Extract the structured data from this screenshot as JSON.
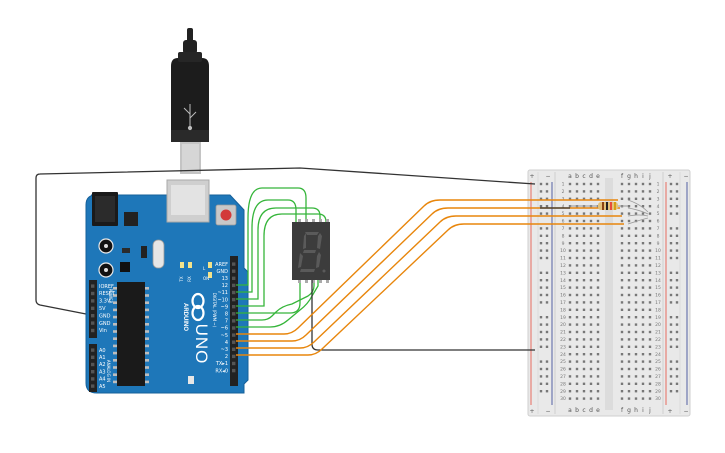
{
  "arduino": {
    "model": "UNO",
    "brand": "ARDUINO",
    "reset_label": "RESET",
    "on_label": "ON",
    "digital_label": "DIGITAL (PWM ~)",
    "power_label": "POWER",
    "analog_label": "ANALOG IN",
    "tx_label": "TX",
    "rx_label": "RX",
    "l_label": "L",
    "digital_pins": [
      "AREF",
      "GND",
      "13",
      "12",
      "~11",
      "~10",
      "~9",
      "8",
      "7",
      "~6",
      "~5",
      "4",
      "~3",
      "2",
      "TX▸1",
      "RX◂0"
    ],
    "power_pins": [
      "IOREF",
      "RESET",
      "3.3V",
      "5V",
      "GND",
      "GND",
      "Vin"
    ],
    "analog_pins": [
      "A0",
      "A1",
      "A2",
      "A3",
      "A4",
      "A5"
    ]
  },
  "display": {
    "digit": "8"
  },
  "breadboard": {
    "columns_left": [
      "a",
      "b",
      "c",
      "d",
      "e"
    ],
    "columns_right": [
      "f",
      "g",
      "h",
      "i",
      "j"
    ],
    "row_numbers": [
      "1",
      "2",
      "3",
      "4",
      "5",
      "6",
      "7",
      "8",
      "9",
      "10",
      "11",
      "12",
      "13",
      "14",
      "15",
      "16",
      "17",
      "18",
      "19",
      "20",
      "21",
      "22",
      "23",
      "24",
      "25",
      "26",
      "27",
      "28",
      "29",
      "30"
    ],
    "rail_plus": "+",
    "rail_minus": "−"
  },
  "colors": {
    "board": "#1f78b4",
    "wire_green": "#35b53a",
    "wire_orange": "#e8860c",
    "wire_black": "#333333",
    "breadboard": "#ebebeb"
  }
}
